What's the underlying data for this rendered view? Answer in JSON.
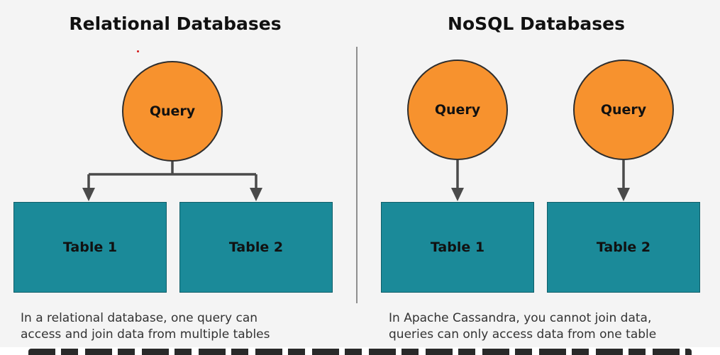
{
  "relational": {
    "heading": "Relational Databases",
    "query_label": "Query",
    "tables": [
      "Table 1",
      "Table 2"
    ],
    "caption": [
      "In a relational database, one query can",
      "access and join data from multiple tables"
    ]
  },
  "nosql": {
    "heading": "NoSQL Databases",
    "query_labels": [
      "Query",
      "Query"
    ],
    "tables": [
      "Table 1",
      "Table 2"
    ],
    "caption": [
      "In Apache Cassandra, you cannot join data,",
      "queries can only access data from one table"
    ]
  },
  "colors": {
    "query_fill": "#f7922e",
    "table_fill": "#1b8a99",
    "connector": "#4a4a4a",
    "divider": "#8e8e8e"
  }
}
